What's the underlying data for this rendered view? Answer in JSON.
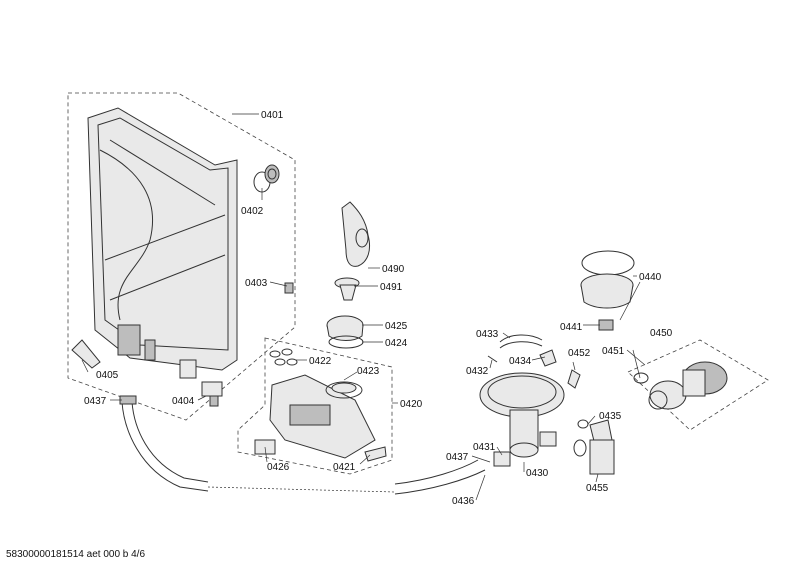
{
  "labels": {
    "p0401": "0401",
    "p0402": "0402",
    "p0403": "0403",
    "p0404": "0404",
    "p0405": "0405",
    "p0437a": "0437",
    "p0490": "0490",
    "p0491": "0491",
    "p0425": "0425",
    "p0424": "0424",
    "p0422": "0422",
    "p0423": "0423",
    "p0420": "0420",
    "p0426": "0426",
    "p0421": "0421",
    "p0433": "0433",
    "p0434": "0434",
    "p0432": "0432",
    "p0452": "0452",
    "p0440": "0440",
    "p0441": "0441",
    "p0450": "0450",
    "p0451": "0451",
    "p0435": "0435",
    "p0431": "0431",
    "p0437b": "0437",
    "p0430": "0430",
    "p0436": "0436",
    "p0455": "0455"
  },
  "footer": "58300000181514 aet 000 b 4/6"
}
